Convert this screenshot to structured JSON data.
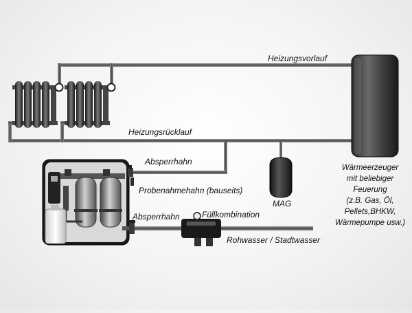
{
  "labels": {
    "supply": "Heizungsvorlauf",
    "return": "Heizungsrücklauf",
    "valve_top": "Absperrhahn",
    "sample_valve": "Probenahmehahn (bauseits)",
    "mag": "MAG",
    "valve_bottom": "Absperrhahn",
    "fill_combo": "Füllkombination",
    "raw_water": "Rohwasser / Stadtwasser"
  },
  "heat_generator": {
    "lines": [
      "Wärmeerzeuger",
      "mit beliebiger",
      "Feuerung",
      "(z.B. Gas, Öl,",
      "Pellets,BHKW,",
      "Wärmepumpe usw.)"
    ]
  },
  "colors": {
    "pipe": "#6e6e6e",
    "pipe_dark": "#2f2f2f",
    "radiator": "#3a3a3a",
    "device": "#1c1c1c"
  }
}
